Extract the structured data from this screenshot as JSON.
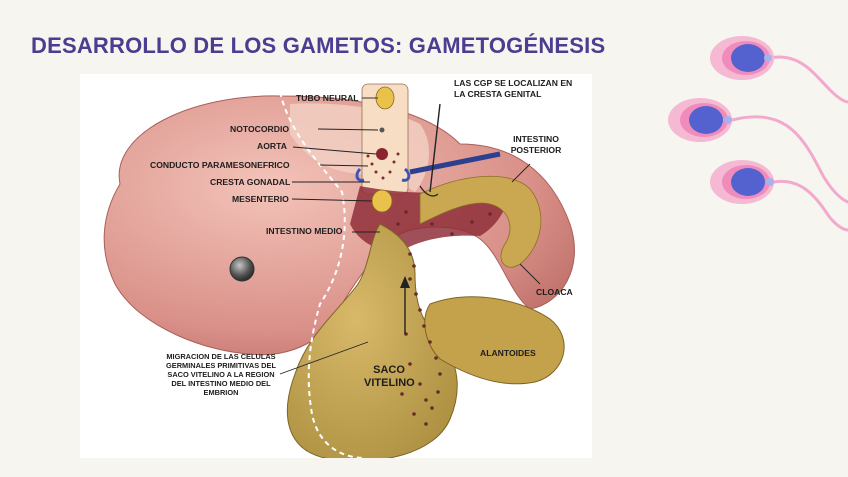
{
  "slide": {
    "title": "DESARROLLO DE LOS GAMETOS: GAMETOGÉNESIS"
  },
  "diagram": {
    "labels": {
      "tubo_neural": "TUBO NEURAL",
      "notocordio": "NOTOCORDIO",
      "aorta": "AORTA",
      "conducto_paramesonefrico": "CONDUCTO PARAMESONEFRICO",
      "cresta_gonadal": "CRESTA GONADAL",
      "mesenterio": "MESENTERIO",
      "intestino_medio": "INTESTINO MEDIO",
      "cgp_localizacion": "LAS CGP SE LOCALIZAN EN LA CRESTA GENITAL",
      "intestino_posterior": "INTESTINO POSTERIOR",
      "cloaca": "CLOACA",
      "alantoides": "ALANTOIDES",
      "saco_vitelino": "SACO VITELINO",
      "migracion": "MIGRACION DE LAS CELULAS GERMINALES PRIMITIVAS DEL SACO VITELINO A LA REGION DEL INTESTINO MEDIO DEL EMBRION"
    }
  },
  "decoration": {
    "icon": "sperm-cell-icon",
    "count": 3,
    "colors": {
      "outer": "#f6b9d3",
      "ring": "#f08cbc",
      "nucleus": "#5462d0",
      "tail": "#f2a9cc"
    }
  }
}
